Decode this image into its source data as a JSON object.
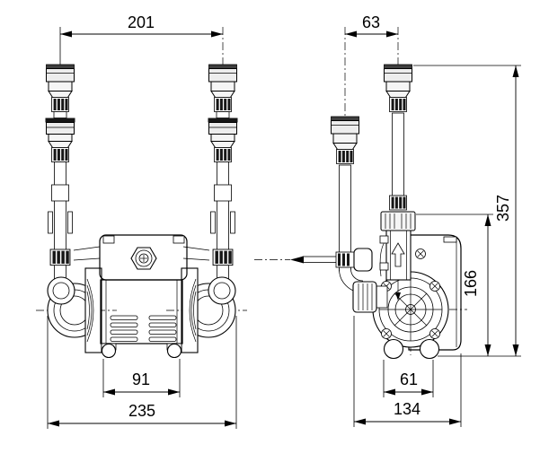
{
  "drawing": {
    "background": "#ffffff",
    "line_color": "#000000",
    "connector_gray": "#ededed",
    "band_dark": "#3f3f3f",
    "front_view": {
      "dim_inlet_centers": "201",
      "dim_feet_spacing": "91",
      "dim_overall_width": "235"
    },
    "side_view": {
      "dim_riser_offset": "63",
      "dim_overall_height": "357",
      "dim_outlet_connector_height": "166",
      "dim_feet_spacing": "61",
      "dim_overall_depth": "134"
    }
  }
}
